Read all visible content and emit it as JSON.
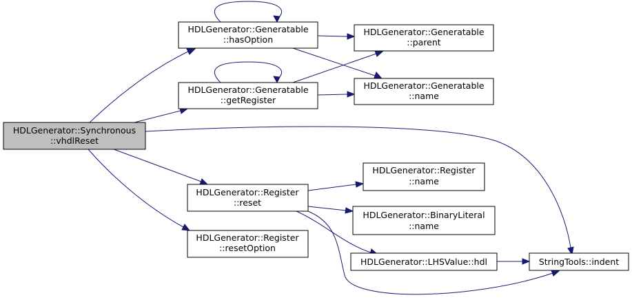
{
  "colors": {
    "root_fill": "#bfbfbf",
    "node_fill": "#ffffff",
    "edge": "#191970"
  },
  "nodes": {
    "vhdlReset": [
      "HDLGenerator::Synchronous",
      "::vhdlReset"
    ],
    "hasOption": [
      "HDLGenerator::Generatable",
      "::hasOption"
    ],
    "getRegister": [
      "HDLGenerator::Generatable",
      "::getRegister"
    ],
    "parent": [
      "HDLGenerator::Generatable",
      "::parent"
    ],
    "gen_name": [
      "HDLGenerator::Generatable",
      "::name"
    ],
    "reset": [
      "HDLGenerator::Register",
      "::reset"
    ],
    "resetOption": [
      "HDLGenerator::Register",
      "::resetOption"
    ],
    "reg_name": [
      "HDLGenerator::Register",
      "::name"
    ],
    "bin_name": [
      "HDLGenerator::BinaryLiteral",
      "::name"
    ],
    "hdl": [
      "HDLGenerator::LHSValue::hdl"
    ],
    "indent": [
      "StringTools::indent"
    ]
  }
}
